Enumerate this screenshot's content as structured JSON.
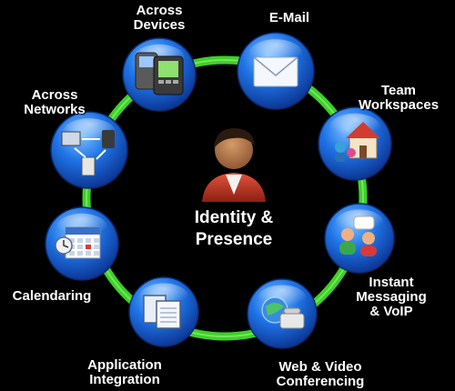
{
  "center": {
    "line1": "Identity &",
    "line2": "Presence",
    "icon": "person-icon"
  },
  "nodes": [
    {
      "id": "email",
      "lines": [
        "E-Mail"
      ],
      "icon": "envelope-icon"
    },
    {
      "id": "team-workspaces",
      "lines": [
        "Team",
        "Workspaces"
      ],
      "icon": "house-icon"
    },
    {
      "id": "instant-messaging",
      "lines": [
        "Instant",
        "Messaging",
        "& VoIP"
      ],
      "icon": "chat-people-icon"
    },
    {
      "id": "web-video-conferencing",
      "lines": [
        "Web & Video",
        "Conferencing"
      ],
      "icon": "globe-phone-icon"
    },
    {
      "id": "application-integration",
      "lines": [
        "Application",
        "Integration"
      ],
      "icon": "windows-icon"
    },
    {
      "id": "calendaring",
      "lines": [
        "Calendaring"
      ],
      "icon": "calendar-icon"
    },
    {
      "id": "across-networks",
      "lines": [
        "Across",
        "Networks"
      ],
      "icon": "network-icon"
    },
    {
      "id": "across-devices",
      "lines": [
        "Across",
        "Devices"
      ],
      "icon": "devices-icon"
    }
  ],
  "colors": {
    "ring": "#3ecf2a",
    "bubble": "#1a66d9",
    "bubble_light": "#6fb0ff",
    "background": "#000000"
  }
}
